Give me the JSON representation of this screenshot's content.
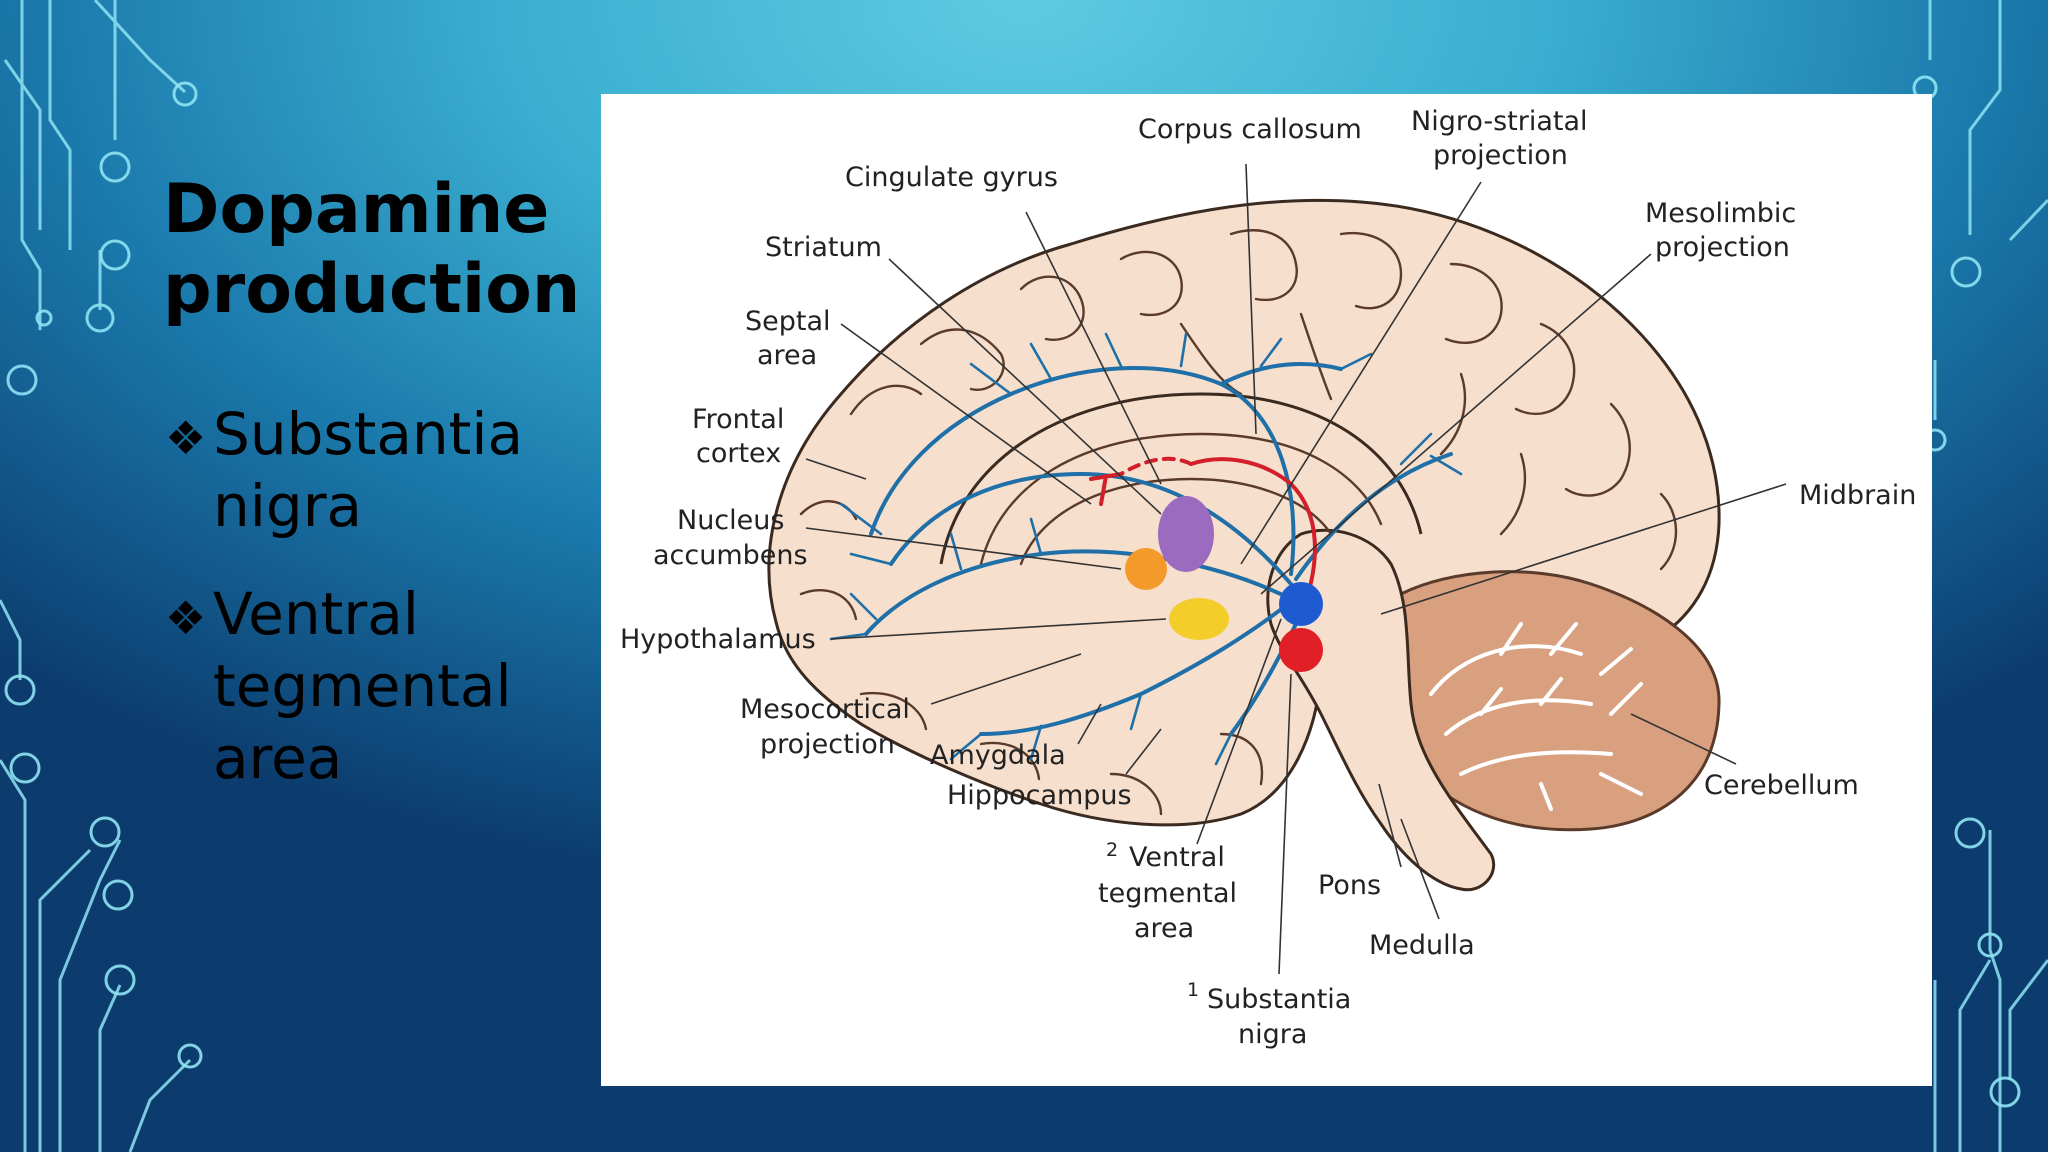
{
  "slide": {
    "title": "Dopamine production",
    "bullet_marker": "❖",
    "bullets": [
      "Substantia nigra",
      "Ventral tegmental area"
    ]
  },
  "figure": {
    "labels": {
      "corpus_callosum": "Corpus callosum",
      "nigro_striatal_1": "Nigro-striatal",
      "nigro_striatal_2": "projection",
      "cingulate_gyrus": "Cingulate gyrus",
      "mesolimbic_1": "Mesolimbic",
      "mesolimbic_2": "projection",
      "striatum": "Striatum",
      "septal_1": "Septal",
      "septal_2": "area",
      "frontal_1": "Frontal",
      "frontal_2": "cortex",
      "midbrain": "Midbrain",
      "nucleus_1": "Nucleus",
      "nucleus_2": "accumbens",
      "hypothalamus": "Hypothalamus",
      "mesocortical_1": "Mesocortical",
      "mesocortical_2": "projection",
      "amygdala": "Amygdala",
      "hippocampus": "Hippocampus",
      "cerebellum": "Cerebellum",
      "vta_sup": "2",
      "vta_1": "Ventral",
      "vta_2": "tegmental",
      "vta_3": "area",
      "pons": "Pons",
      "medulla": "Medulla",
      "sn_sup": "1",
      "sn_1": "Substantia",
      "sn_2": "nigra"
    },
    "colors": {
      "brain_tissue": "#f7dfcd",
      "cerebellum": "#d9a07f",
      "dopamine_pathway": "#1f6fa8",
      "nigrostriatal_pathway": "#d21f2a",
      "striatum_nucleus": "#9b6bbf",
      "nucleus_accumbens": "#f39a2a",
      "hypothalamus": "#f3cd2a",
      "vta": "#1e5bd1",
      "substantia_nigra": "#e01f26"
    }
  }
}
